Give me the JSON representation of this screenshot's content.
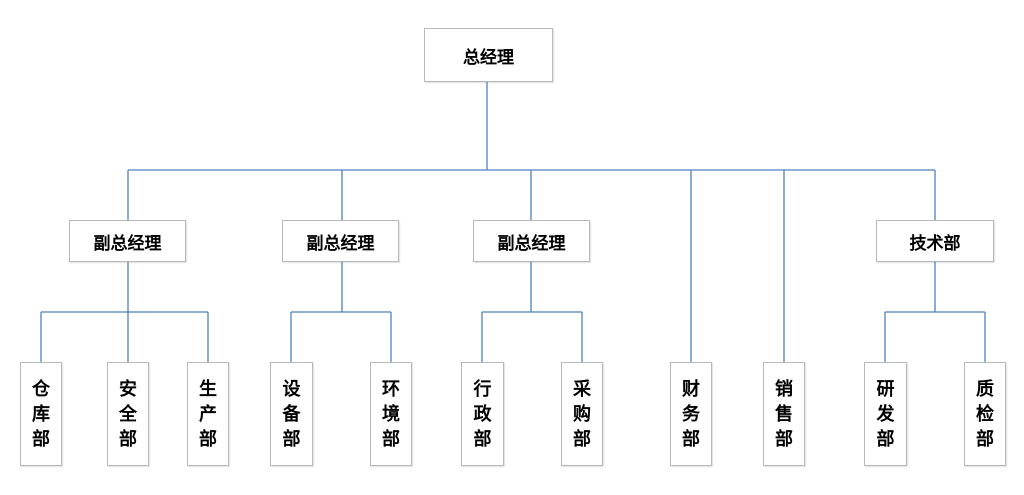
{
  "org_chart": {
    "root": "总经理",
    "branches": [
      {
        "label": "副总经理",
        "children": [
          "仓库部",
          "安全部",
          "生产部"
        ]
      },
      {
        "label": "副总经理",
        "children": [
          "设备部",
          "环境部"
        ]
      },
      {
        "label": "副总经理",
        "children": [
          "行政部",
          "采购部"
        ]
      },
      {
        "label": "财务部"
      },
      {
        "label": "销售部"
      },
      {
        "label": "技术部",
        "children": [
          "研发部",
          "质检部"
        ]
      }
    ]
  },
  "colors": {
    "connector": "#4f81bd",
    "box_border": "#b9b9b9",
    "text": "#000000"
  }
}
